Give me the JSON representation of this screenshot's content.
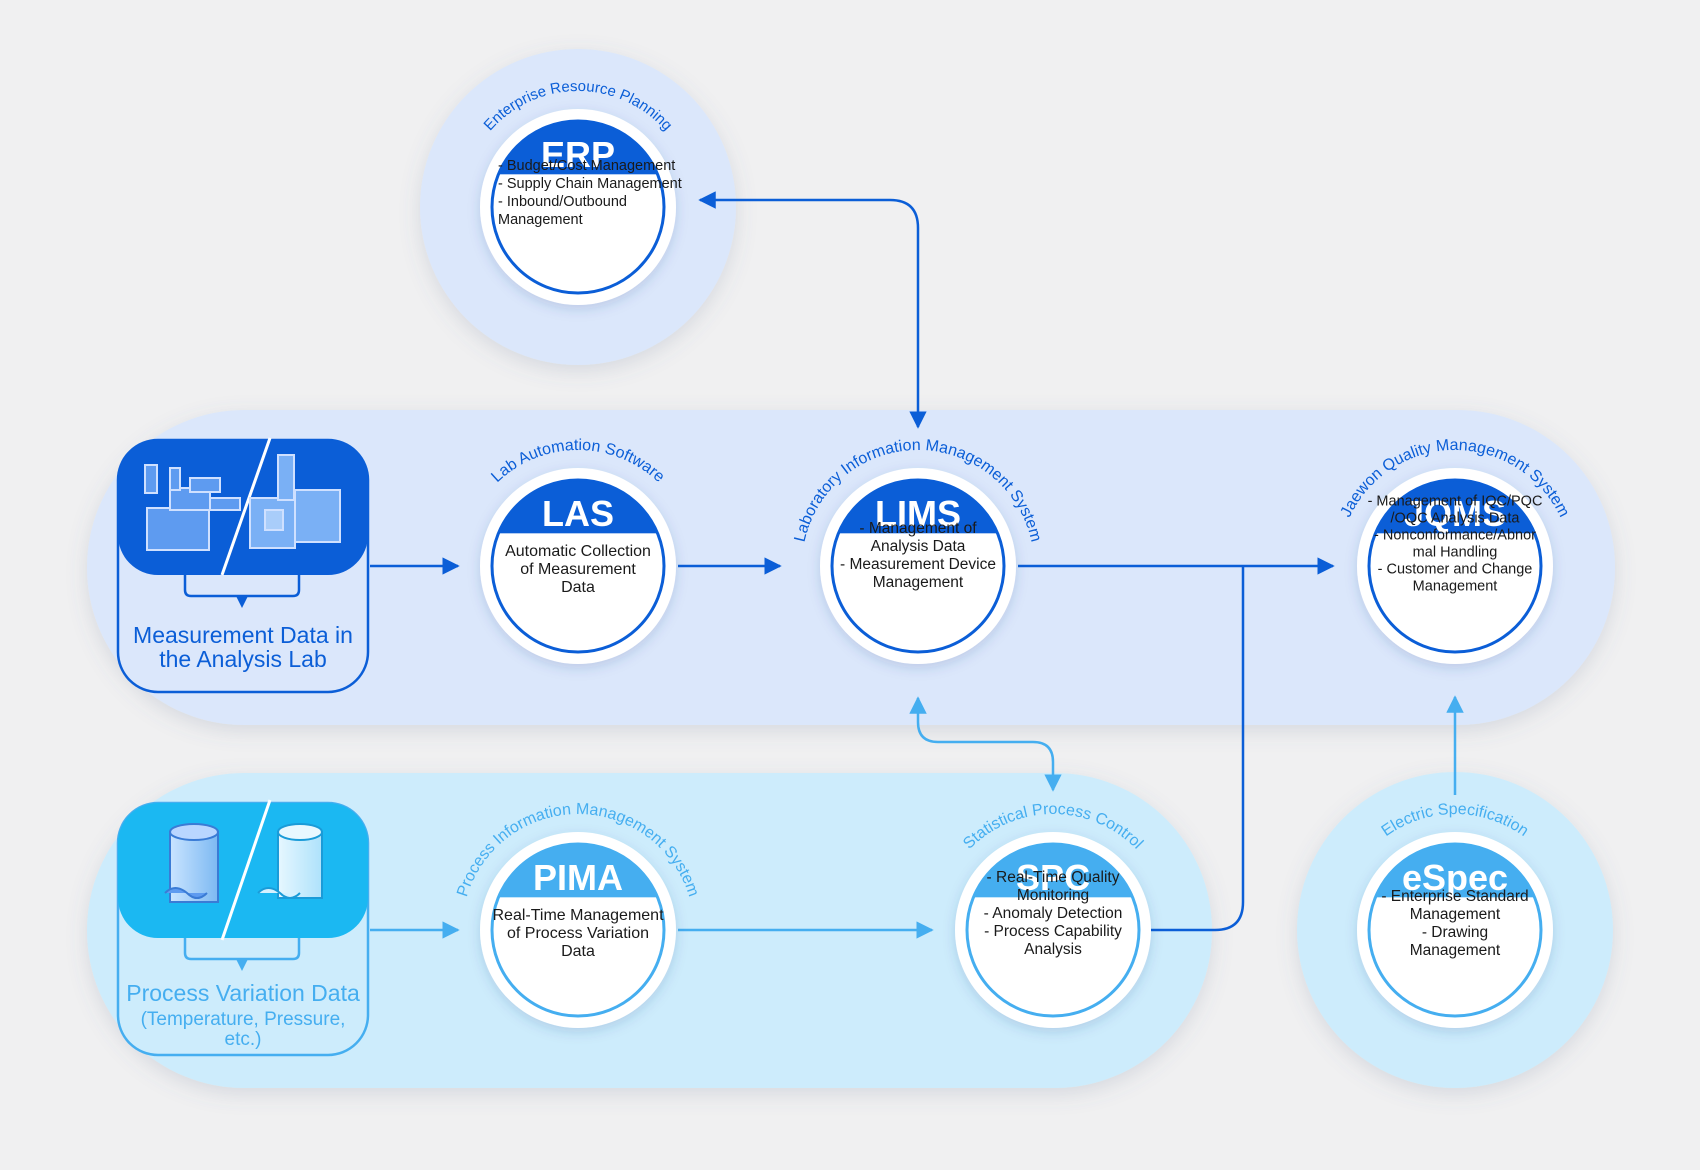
{
  "colors": {
    "background": "#f0f0f1",
    "dark_blue": "#0b5ed7",
    "deep_blue": "#0a59d6",
    "light_blue": "#45aef0",
    "cyan": "#1bb8f2",
    "band_blue": "#dbe7fb",
    "band_cyan": "#cdecfc"
  },
  "systems": {
    "erp": {
      "acronym": "ERP",
      "full_name": "Enterprise Resource Planning",
      "lines": [
        "- Budget/Cost Management",
        "- Supply Chain Management",
        "- Inbound/Outbound",
        " Management"
      ]
    },
    "las": {
      "acronym": "LAS",
      "full_name": "Lab Automation Software",
      "lines": [
        "Automatic Collection",
        "of Measurement",
        "Data"
      ]
    },
    "lims": {
      "acronym": "LIMS",
      "full_name": "Laboratory Information Management System",
      "lines": [
        "- Management of",
        "Analysis Data",
        "- Measurement Device",
        "Management"
      ]
    },
    "jqms": {
      "acronym": "JQMS",
      "full_name": "Jaewon Quality Management System",
      "lines": [
        "- Management of IQC/PQC",
        "/OQC Analysis Data",
        "- Nonconformance/Abnor",
        "mal Handling",
        "- Customer and Change",
        "Management"
      ]
    },
    "pima": {
      "acronym": "PIMA",
      "full_name": "Process Information Management System",
      "lines": [
        "Real-Time Management",
        "of Process Variation",
        "Data"
      ]
    },
    "spc": {
      "acronym": "SPC",
      "full_name": "Statistical Process Control",
      "lines": [
        "- Real-Time Quality",
        "Monitoring",
        "- Anomaly Detection",
        "- Process Capability",
        "Analysis"
      ]
    },
    "espec": {
      "acronym": "eSpec",
      "full_name": "Electric Specification",
      "lines": [
        "- Enterprise Standard",
        "Management",
        "- Drawing",
        "Management"
      ]
    }
  },
  "sources": {
    "lab": {
      "lines": [
        "Measurement Data in",
        "the Analysis Lab"
      ],
      "icon": "lab-equipment-icon"
    },
    "process": {
      "lines": [
        "Process Variation Data",
        "(Temperature, Pressure,",
        "etc.)"
      ],
      "icon": "storage-tank-icon"
    }
  }
}
